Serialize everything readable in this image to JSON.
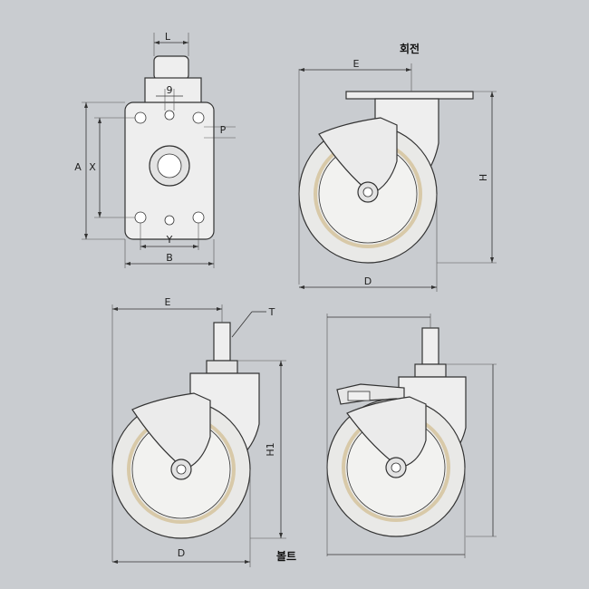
{
  "colors": {
    "background": "#c9ccd0",
    "part_fill": "#eeeeee",
    "part_shadow": "#d6d7d9",
    "tire_fill": "#e9e9e7",
    "hub_ring": "#d8c9a8",
    "line": "#333333"
  },
  "top_view": {
    "label_L": "L",
    "label_9": "9",
    "label_P": "P",
    "label_A": "A",
    "label_X": "X",
    "label_Y": "Y",
    "label_B": "B"
  },
  "swivel_view": {
    "caption": "회전",
    "label_E": "E",
    "label_H": "H",
    "label_D": "D"
  },
  "bolt_view": {
    "caption": "볼트",
    "label_E": "E",
    "label_T": "T",
    "label_H1": "H1",
    "label_D": "D"
  }
}
